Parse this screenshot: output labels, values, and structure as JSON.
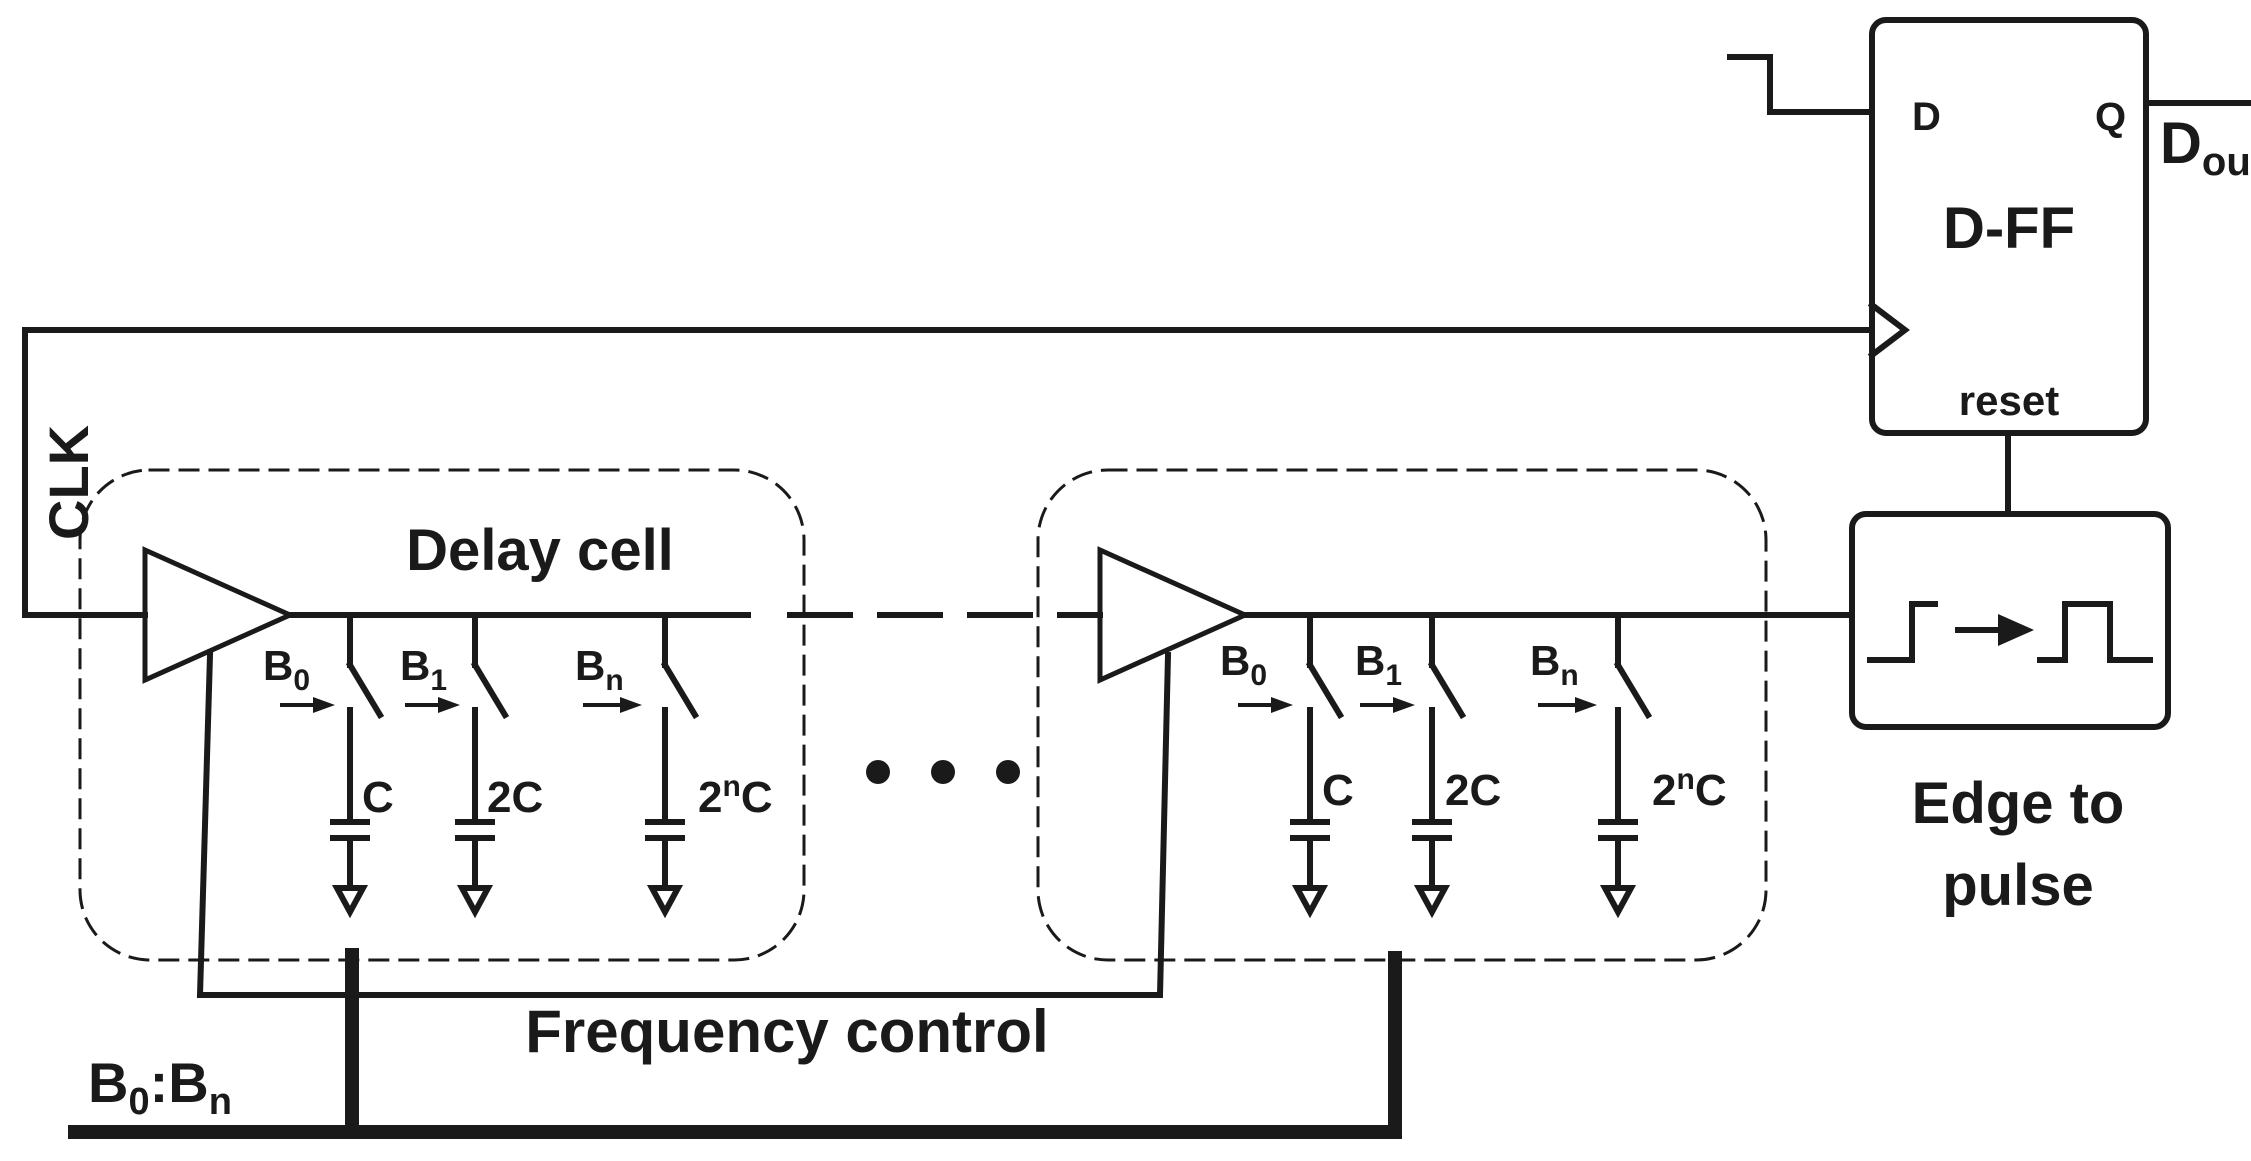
{
  "dff": {
    "title": "D-FF",
    "d": "D",
    "q": "Q",
    "reset": "reset",
    "out_main": "D",
    "out_sub": "out"
  },
  "clk": "CLK",
  "delay_cell": "Delay cell",
  "edge_to_pulse": {
    "line1": "Edge to",
    "line2": "pulse"
  },
  "frequency_control": "Frequency control",
  "bus": {
    "b0": "B",
    "b0_sub": "0",
    "sep": ":B",
    "bn_sub": "n"
  },
  "stage": {
    "b0": "B",
    "b0_sub": "0",
    "b1": "B",
    "b1_sub": "1",
    "bn": "B",
    "bn_sub": "n",
    "cap1": "C",
    "cap2": "2C",
    "cap3_base": "2",
    "cap3_sup": "n",
    "cap3_unit": "C"
  },
  "ellipsis": "• • •"
}
